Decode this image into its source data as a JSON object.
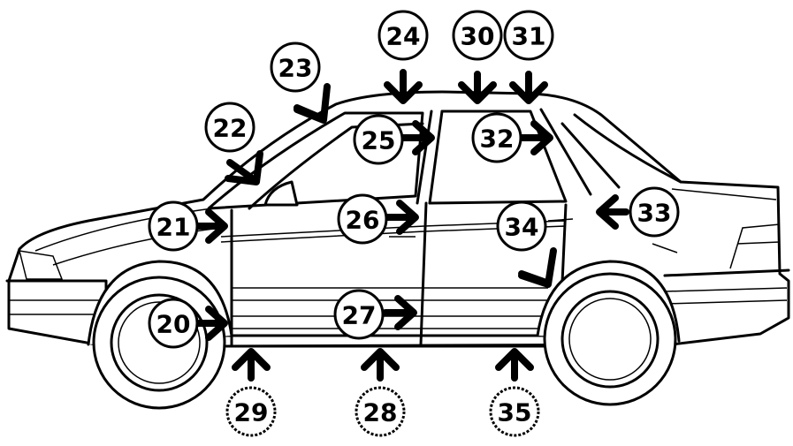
{
  "diagram": {
    "callouts": [
      {
        "id": "c20",
        "label": "20"
      },
      {
        "id": "c21",
        "label": "21"
      },
      {
        "id": "c22",
        "label": "22"
      },
      {
        "id": "c23",
        "label": "23"
      },
      {
        "id": "c24",
        "label": "24"
      },
      {
        "id": "c25",
        "label": "25"
      },
      {
        "id": "c26",
        "label": "26"
      },
      {
        "id": "c27",
        "label": "27"
      },
      {
        "id": "c28",
        "label": "28"
      },
      {
        "id": "c29",
        "label": "29"
      },
      {
        "id": "c30",
        "label": "30"
      },
      {
        "id": "c31",
        "label": "31"
      },
      {
        "id": "c32",
        "label": "32"
      },
      {
        "id": "c33",
        "label": "33"
      },
      {
        "id": "c34",
        "label": "34"
      },
      {
        "id": "c35",
        "label": "35"
      }
    ]
  }
}
